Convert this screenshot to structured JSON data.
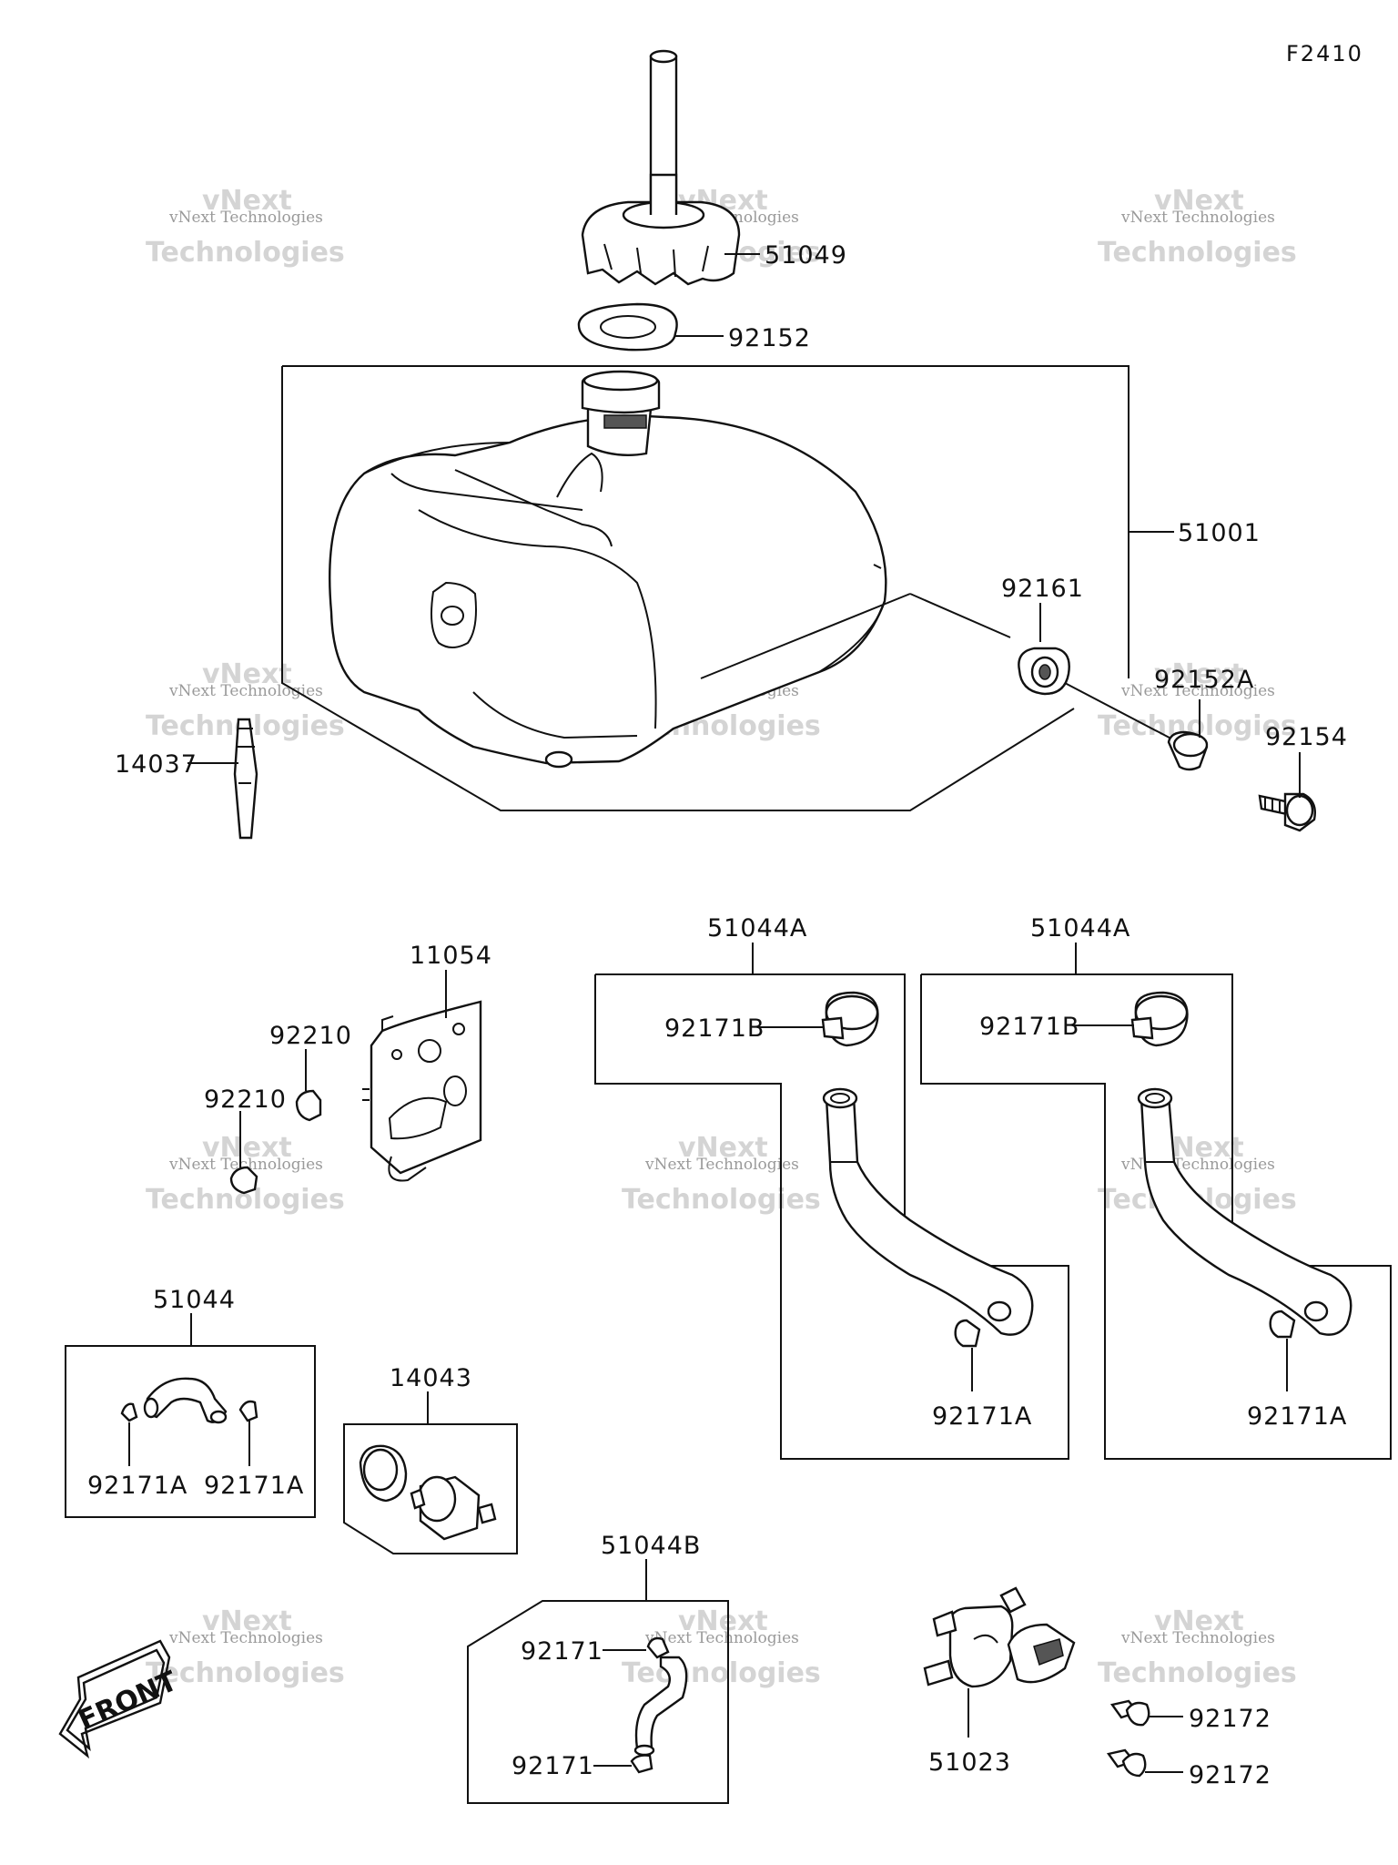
{
  "diagram_code": "F2410",
  "labels": {
    "p51049": "51049",
    "p92152": "92152",
    "p51001": "51001",
    "p92161": "92161",
    "p92152A": "92152A",
    "p92154": "92154",
    "p14037": "14037",
    "p11054": "11054",
    "p92210_top": "92210",
    "p92210_bottom": "92210",
    "p51044A_left": "51044A",
    "p51044A_right": "51044A",
    "p92171B_left": "92171B",
    "p92171B_right": "92171B",
    "p92171A_mid_left": "92171A",
    "p92171A_mid_right": "92171A",
    "p51044": "51044",
    "p92171A_small_left": "92171A",
    "p92171A_small_right": "92171A",
    "p14043": "14043",
    "p51044B": "51044B",
    "p92171_top": "92171",
    "p92171_bottom": "92171",
    "p51023": "51023",
    "p92172_top": "92172",
    "p92172_bottom": "92172"
  },
  "front_arrow_text": "FRONT",
  "watermark": {
    "line1": "vNext Technologies",
    "line2": "Technologies",
    "overlay": "vNext"
  }
}
